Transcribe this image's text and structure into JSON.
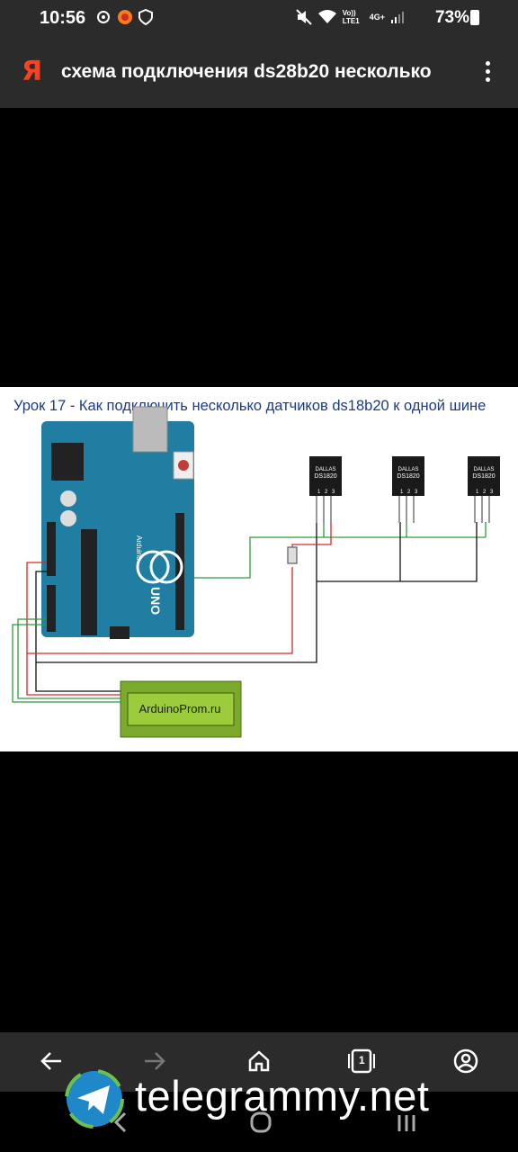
{
  "status_bar": {
    "time": "10:56",
    "battery": "73%",
    "network": "4G+",
    "volte": "Vo)) LTE1"
  },
  "app_bar": {
    "logo": "Я",
    "title": "схема подключения ds28b20 несколько",
    "menu_icon": "more-vert-icon"
  },
  "image": {
    "caption": "Урок 17 - Как подключить несколько датчиков ds18b20 к одной шине",
    "sensors": [
      {
        "brand": "DALLAS",
        "model": "DS1820",
        "pins": [
          "1",
          "2",
          "3"
        ]
      },
      {
        "brand": "DALLAS",
        "model": "DS1820",
        "pins": [
          "1",
          "2",
          "3"
        ]
      },
      {
        "brand": "DALLAS",
        "model": "DS1820",
        "pins": [
          "1",
          "2",
          "3"
        ]
      }
    ],
    "lcd_text": "ArduinoProm.ru",
    "board_label": "UNO",
    "board_sublabel": "Arduino"
  },
  "toolbar": {
    "back_icon": "arrow-left-icon",
    "forward_icon": "arrow-right-icon",
    "home_icon": "home-icon",
    "tabs_count": "1",
    "profile_icon": "account-icon"
  },
  "watermark": {
    "text": "telegrammy.net"
  },
  "colors": {
    "bar_bg": "#2b2b2b",
    "yandex_red": "#fc3f1d",
    "caption_blue": "#1a3a8c",
    "board_teal": "#1f7ea1",
    "lcd_green": "#9ccb3b",
    "wire_green": "#2e9c3e",
    "wire_red": "#d42a2a"
  }
}
